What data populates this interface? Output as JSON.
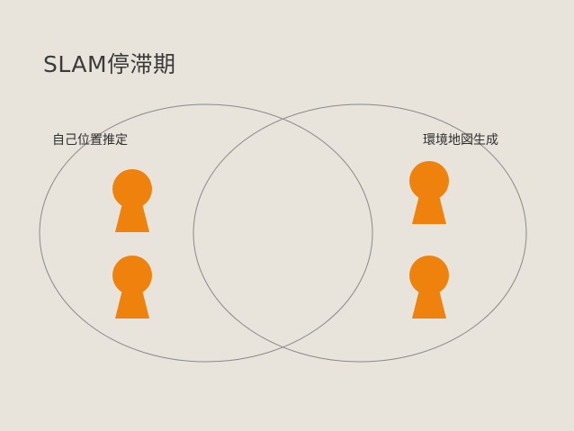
{
  "slide": {
    "title": "SLAM停滞期"
  },
  "venn": {
    "left_label": "自己位置推定",
    "right_label": "環境地図生成",
    "circle_stroke_color": "#8a8a8a",
    "keyhole_color": "#ef820d"
  },
  "background_color": "#e8e3db"
}
